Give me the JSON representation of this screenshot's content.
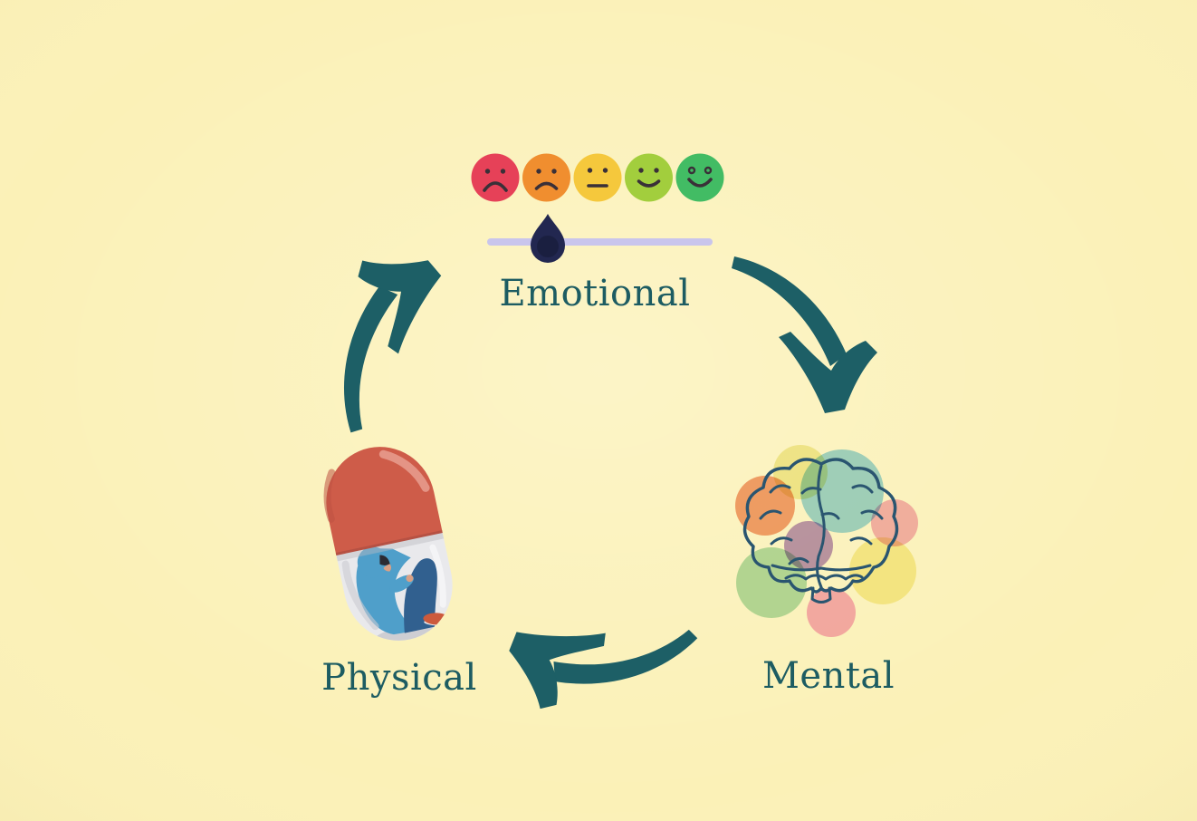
{
  "diagram": {
    "type": "cycle",
    "nodes": [
      {
        "id": "emotional",
        "label": "Emotional",
        "icon": "mood-rating-slider"
      },
      {
        "id": "mental",
        "label": "Mental",
        "icon": "brain"
      },
      {
        "id": "physical",
        "label": "Physical",
        "icon": "pill-capsule-with-person"
      }
    ],
    "arrows": [
      {
        "from": "emotional",
        "to": "mental"
      },
      {
        "from": "mental",
        "to": "physical"
      },
      {
        "from": "physical",
        "to": "emotional"
      }
    ]
  },
  "mood_scale": {
    "faces": [
      {
        "name": "very-sad",
        "color": "#E64158"
      },
      {
        "name": "sad",
        "color": "#F08E2F"
      },
      {
        "name": "neutral",
        "color": "#F5C83C"
      },
      {
        "name": "happy",
        "color": "#A2CE3D"
      },
      {
        "name": "very-happy",
        "color": "#42BC64"
      }
    ],
    "feature_color": "#3A3038",
    "slider": {
      "track_color": "#C9C5EC",
      "thumb_color": "#222750",
      "thumb_inner_color": "#1A1F40",
      "thumb_position_fraction": 0.27,
      "thumb_aligned_with": "sad"
    }
  },
  "colors": {
    "background": "#FBF1B7",
    "arrow": "#1D5F66",
    "label": "#1D5C62",
    "brain_outline": "#2A5570",
    "pill_red": "#CE5C49",
    "pill_red_highlight": "#E79A8C",
    "pill_body": "#E9E9EC",
    "hoodie_blue": "#4F9FCA",
    "jeans_blue": "#31608F",
    "shoe_orange": "#CC5A3C",
    "skin": "#D9A085",
    "hair": "#2B2B33"
  },
  "brain_spots": {
    "yellow_top": "#EFECA0",
    "orange": "#F09066",
    "blue": "#8ED1F2",
    "pink_right": "#F2A9CA",
    "yellow_bottom": "#F5EE9C",
    "green": "#A5DAB5",
    "purple": "#AC85C9",
    "pink_bottom": "#F4A0D0"
  }
}
